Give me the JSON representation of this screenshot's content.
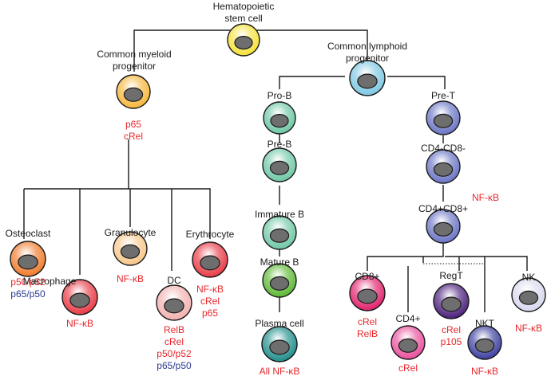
{
  "cells": [
    {
      "id": "hsc",
      "label": [
        "Hematopoietic",
        "stem cell"
      ],
      "color": "#f5e23a",
      "markers": []
    },
    {
      "id": "cmp",
      "label": [
        "Common myeloid",
        "progenitor"
      ],
      "color": "#f6b73b",
      "markers": [
        {
          "text": "p65",
          "tone": "red"
        },
        {
          "text": "cRel",
          "tone": "red"
        }
      ]
    },
    {
      "id": "clp",
      "label": [
        "Common lymphoid",
        "progenitor"
      ],
      "color": "#7ec8e3",
      "markers": []
    },
    {
      "id": "osteoclast",
      "label": [
        "Osteoclast"
      ],
      "color": "#f07b2b",
      "markers": [
        {
          "text": "p50/p52",
          "tone": "red"
        },
        {
          "text": "p65/p50",
          "tone": "blue"
        }
      ]
    },
    {
      "id": "macrophage",
      "label": [
        "Macrophage"
      ],
      "color": "#e83a45",
      "markers": [
        {
          "text": "NF-κB",
          "tone": "red"
        }
      ]
    },
    {
      "id": "granulocyte",
      "label": [
        "Granulocyte"
      ],
      "color": "#f7c68a",
      "markers": [
        {
          "text": "NF-κB",
          "tone": "red"
        }
      ]
    },
    {
      "id": "dc",
      "label": [
        "DC"
      ],
      "color": "#f4b1b1",
      "markers": [
        {
          "text": "RelB",
          "tone": "red"
        },
        {
          "text": "cRel",
          "tone": "red"
        },
        {
          "text": "p50/p52",
          "tone": "red"
        },
        {
          "text": "p65/p50",
          "tone": "blue"
        }
      ]
    },
    {
      "id": "erythrocyte",
      "label": [
        "Erythrocyte"
      ],
      "color": "#e83a45",
      "markers": [
        {
          "text": "NF-κB",
          "tone": "red"
        },
        {
          "text": "cRel",
          "tone": "red"
        },
        {
          "text": "p65",
          "tone": "red"
        }
      ]
    },
    {
      "id": "prob",
      "label": [
        "Pro-B"
      ],
      "color": "#6fc7a6",
      "markers": []
    },
    {
      "id": "preb",
      "label": [
        "Pre-B"
      ],
      "color": "#6fc7a6",
      "markers": []
    },
    {
      "id": "immatureb",
      "label": [
        "Immature B"
      ],
      "color": "#6fc7a6",
      "markers": []
    },
    {
      "id": "matureb",
      "label": [
        "Mature B"
      ],
      "color": "#5cb834",
      "markers": []
    },
    {
      "id": "plasma",
      "label": [
        "Plasma cell"
      ],
      "color": "#1f8d8a",
      "markers": [
        {
          "text": "All NF-κB",
          "tone": "red"
        }
      ]
    },
    {
      "id": "pret",
      "label": [
        "Pre-T"
      ],
      "color": "#6a74c4",
      "markers": []
    },
    {
      "id": "dn",
      "label": [
        "CD4-CD8-"
      ],
      "color": "#6a74c4",
      "markers": []
    },
    {
      "id": "dp",
      "label": [
        "CD4+CD8+"
      ],
      "color": "#6a74c4",
      "markers": [],
      "side_note": "NF-κB"
    },
    {
      "id": "cd8",
      "label": [
        "CD8+"
      ],
      "color": "#e0206b",
      "markers": [
        {
          "text": "cRel",
          "tone": "red"
        },
        {
          "text": "RelB",
          "tone": "red"
        }
      ]
    },
    {
      "id": "cd4",
      "label": [
        "CD4+"
      ],
      "color": "#e84f9c",
      "markers": [
        {
          "text": "cRel",
          "tone": "red"
        }
      ]
    },
    {
      "id": "regt",
      "label": [
        "RegT"
      ],
      "color": "#4a1f7a",
      "markers": [
        {
          "text": "cRel",
          "tone": "red"
        },
        {
          "text": "p105",
          "tone": "red"
        }
      ]
    },
    {
      "id": "nkt",
      "label": [
        "NKT"
      ],
      "color": "#3b3fa0",
      "markers": [
        {
          "text": "NF-κB",
          "tone": "red"
        }
      ]
    },
    {
      "id": "nk",
      "label": [
        "NK"
      ],
      "color": "#d8d8ee",
      "markers": [
        {
          "text": "NF-κB",
          "tone": "red"
        }
      ]
    }
  ]
}
